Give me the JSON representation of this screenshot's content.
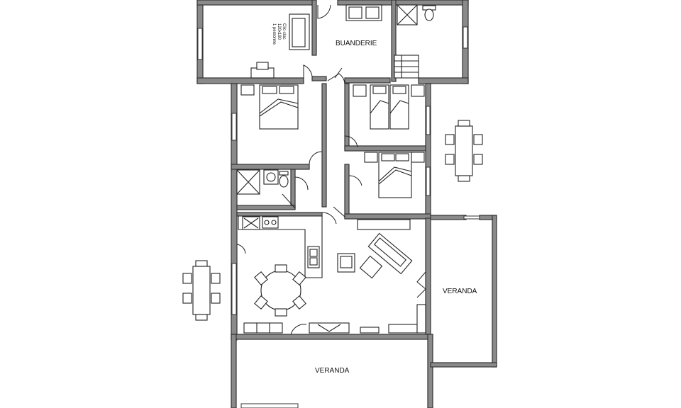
{
  "rooms": {
    "laundry_label": "BUANDERIE",
    "veranda_side_label": "VERANDA",
    "veranda_bottom_label": "VERANDA"
  },
  "bed_note": {
    "line1": "Clic-clac",
    "line2": "120x190",
    "line3": "1 personne"
  }
}
